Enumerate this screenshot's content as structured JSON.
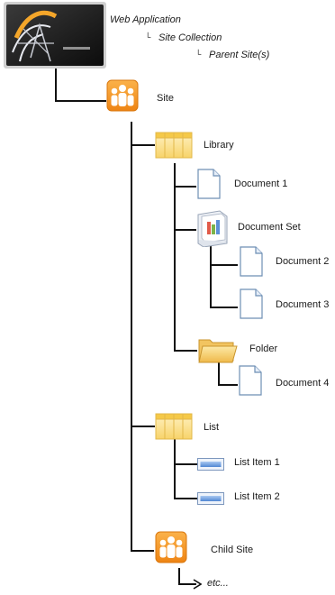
{
  "header": {
    "web_application": "Web Application",
    "site_collection": "Site Collection",
    "parent_sites": "Parent Site(s)",
    "hierarchy_glyph": "└"
  },
  "nodes": {
    "site": "Site",
    "library": "Library",
    "document_1": "Document 1",
    "document_set": "Document Set",
    "document_2": "Document 2",
    "document_3": "Document 3",
    "folder": "Folder",
    "document_4": "Document 4",
    "list": "List",
    "list_item_1": "List Item 1",
    "list_item_2": "List Item 2",
    "child_site": "Child Site",
    "etc": "etc..."
  },
  "icons": {
    "logo": "sharepoint-logo-icon",
    "site": "site-people-icon",
    "library": "library-icon",
    "document": "document-icon",
    "document_set": "document-set-icon",
    "folder": "folder-icon",
    "list": "list-icon",
    "list_item": "list-item-icon"
  },
  "colors": {
    "site_orange": "#f4921e",
    "library_yellow": "#f9dc7c",
    "line": "#111111",
    "list_item_blue": "#5b8fd6"
  }
}
